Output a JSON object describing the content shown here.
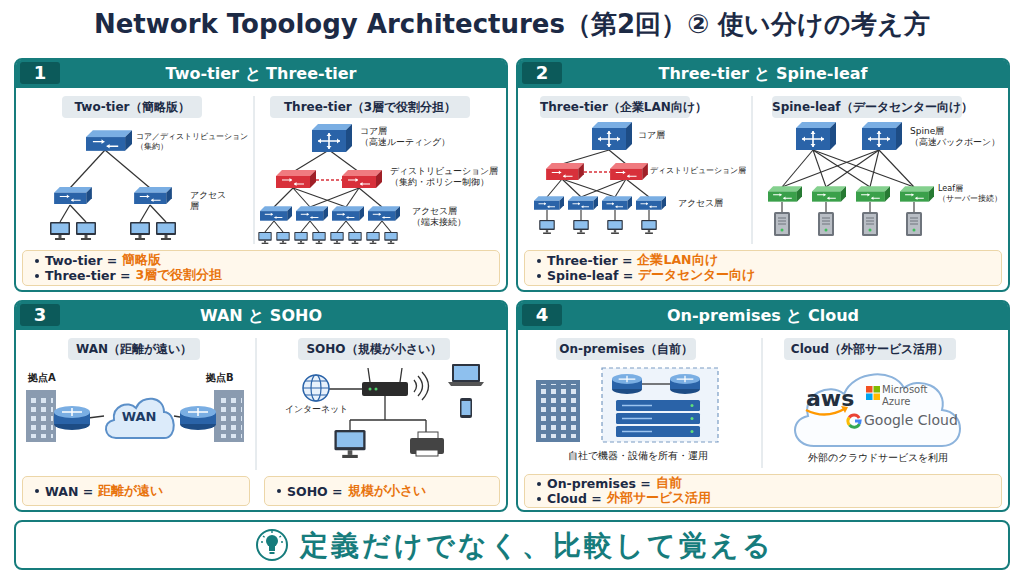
{
  "diagram": {
    "title": "Network Topology Architectures（第2回）② 使い分けの考え方",
    "nodes": [
      {
        "text": [
          "Two-tier と Three-tier"
        ]
      },
      {
        "text": [
          "1"
        ],
        "in": 0
      },
      {
        "text": [
          "Two-tier（簡略版）"
        ],
        "in": 0
      },
      {
        "text": [
          "Three-tier（3層で役割分担）"
        ],
        "in": 0
      },
      {
        "text": [
          "Two-tier =",
          "簡略版",
          "Three-tier =",
          "3層で役割分担"
        ],
        "in": 0
      },
      {
        "text": [
          "Three-tier と Spine-leaf"
        ]
      },
      {
        "text": [
          "2"
        ],
        "in": 5
      },
      {
        "text": [
          "Three-tier（企業LAN向け）"
        ],
        "in": 5
      },
      {
        "text": [
          "Spine-leaf（データセンター向け）"
        ],
        "in": 5
      },
      {
        "text": [
          "Three-tier =",
          "企業LAN向け",
          "Spine-leaf =",
          "データセンター向け"
        ],
        "in": 5
      },
      {
        "text": [
          "WAN と SOHO"
        ]
      },
      {
        "text": [
          "3"
        ],
        "in": 10
      },
      {
        "text": [
          "WAN（距離が遠い）"
        ],
        "in": 10
      },
      {
        "text": [
          "WAN"
        ],
        "in": 10
      },
      {
        "text": [
          "SOHO（規模が小さい）"
        ],
        "in": 10
      },
      {
        "text": [
          "WAN =",
          "距離が遠い"
        ],
        "in": 10
      },
      {
        "text": [
          "SOHO =",
          "規模が小さい"
        ],
        "in": 10
      },
      {
        "text": [
          "On-premises と Cloud"
        ]
      },
      {
        "text": [
          "4"
        ],
        "in": 17
      },
      {
        "text": [
          "On-premises（自前）"
        ],
        "in": 17
      },
      {
        "text": [
          "Cloud（外部サービス活用）"
        ],
        "in": 17
      },
      {
        "text": [
          "aws",
          "Microsoft Azure",
          "Google Cloud"
        ],
        "in": 17
      },
      {
        "text": [
          "On-premises =",
          "自前",
          "Cloud =",
          "外部サービス活用"
        ],
        "in": 17
      },
      {
        "text": [
          "定義だけでなく、比較して覚える"
        ]
      }
    ],
    "labels": [
      "コア／ディストリビューション （集約）",
      "アクセス 層",
      "コア層 （高速ルーティング）",
      "ディストリビューション層 （集約・ポリシー制御）",
      "アクセス層 （端末接続）",
      "コア層",
      "ディストリビューション層",
      "アクセス層",
      "Spine層 （高速バックボーン）",
      "Leaf層 （サーバー接続）",
      "拠点A",
      "拠点B",
      "インターネット",
      "自社で機器・設備を所有・運用",
      "外部のクラウドサービスを利用"
    ]
  }
}
